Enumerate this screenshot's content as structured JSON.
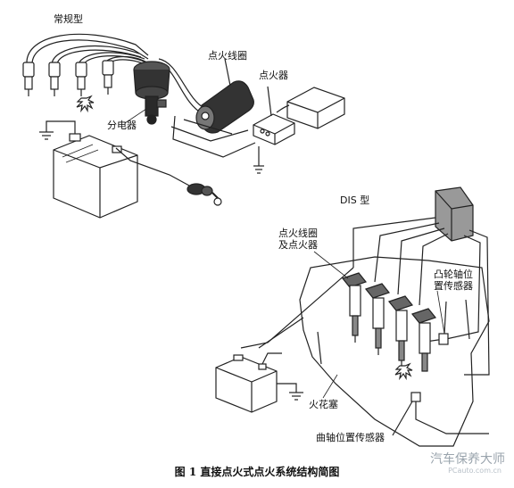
{
  "labels": {
    "conventional": "常规型",
    "distributor": "分电器",
    "ignition_coil": "点火线圈",
    "igniter": "点火器",
    "dis": "DIS 型",
    "coil_and_igniter": "点火线圈\n及点火器",
    "cam_sensor": "凸轮轴位\n置传感器",
    "spark_plug": "火花塞",
    "crank_sensor": "曲轴位置传感器"
  },
  "caption": "图 1    直接点火式点火系统结构简图",
  "watermark": "汽车保养大师",
  "watermark_sub": "PCauto.com.cn"
}
